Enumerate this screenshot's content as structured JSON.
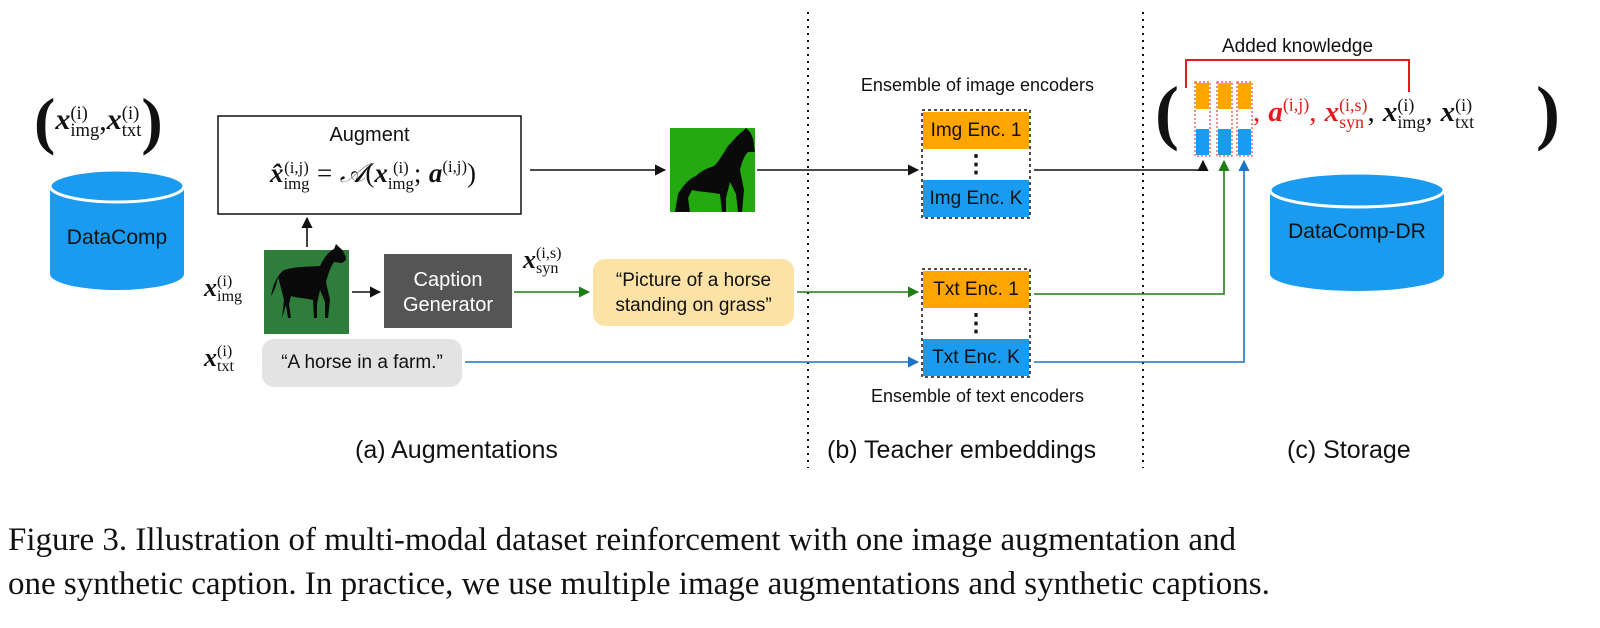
{
  "math": {
    "x": "x",
    "hat_x": "x̂",
    "a": "a",
    "A": "𝒜",
    "sup_i": "(i)",
    "sup_ij": "(i,j)",
    "sup_is": "(i,s)",
    "sub_img": "img",
    "sub_txt": "txt",
    "sub_syn": "syn",
    "comma": ",",
    "semicolon": ";",
    "equals": "=",
    "lparen": "(",
    "rparen": ")",
    "big_lparen": "(",
    "big_rparen": ")",
    "dots": "⋮"
  },
  "left": {
    "datacomp_label": "DataComp"
  },
  "augment": {
    "title": "Augment"
  },
  "caption_generator": {
    "line1": "Caption",
    "line2": "Generator"
  },
  "synthetic_caption": {
    "line1": "“Picture of a horse",
    "line2": "standing on grass”"
  },
  "text_caption": {
    "text": "“A horse in a farm.”"
  },
  "teacher": {
    "image_ensemble_label": "Ensemble of image encoders",
    "text_ensemble_label": "Ensemble of text encoders",
    "img_enc_1": "Img Enc. 1",
    "img_enc_k": "Img Enc. K",
    "txt_enc_1": "Txt Enc. 1",
    "txt_enc_k": "Txt Enc. K"
  },
  "storage": {
    "added_knowledge": "Added knowledge",
    "datacomp_dr_label": "DataComp-DR"
  },
  "sections": {
    "a": "(a) Augmentations",
    "b": "(b) Teacher embeddings",
    "c": "(c) Storage"
  },
  "figure_caption": {
    "line1": "Figure 3. Illustration of multi-modal dataset reinforcement with one image augmentation and",
    "line2": "one synthetic caption. In practice, we use multiple image augmentations and synthetic captions."
  },
  "colors": {
    "cylinder_blue": "#1a9bf0",
    "orange": "#ffa500",
    "enc_blue": "#1a9bf0",
    "dark_green_bg": "#2e7d3a",
    "bright_green_bg": "#22aa0e",
    "caption_gen_gray": "#555555",
    "synthetic_yellow": "#fde2a6",
    "text_gray": "#e3e3e3",
    "arrow_green": "#1e7d16",
    "arrow_blue": "#1a73c8",
    "red": "#e8191b"
  }
}
